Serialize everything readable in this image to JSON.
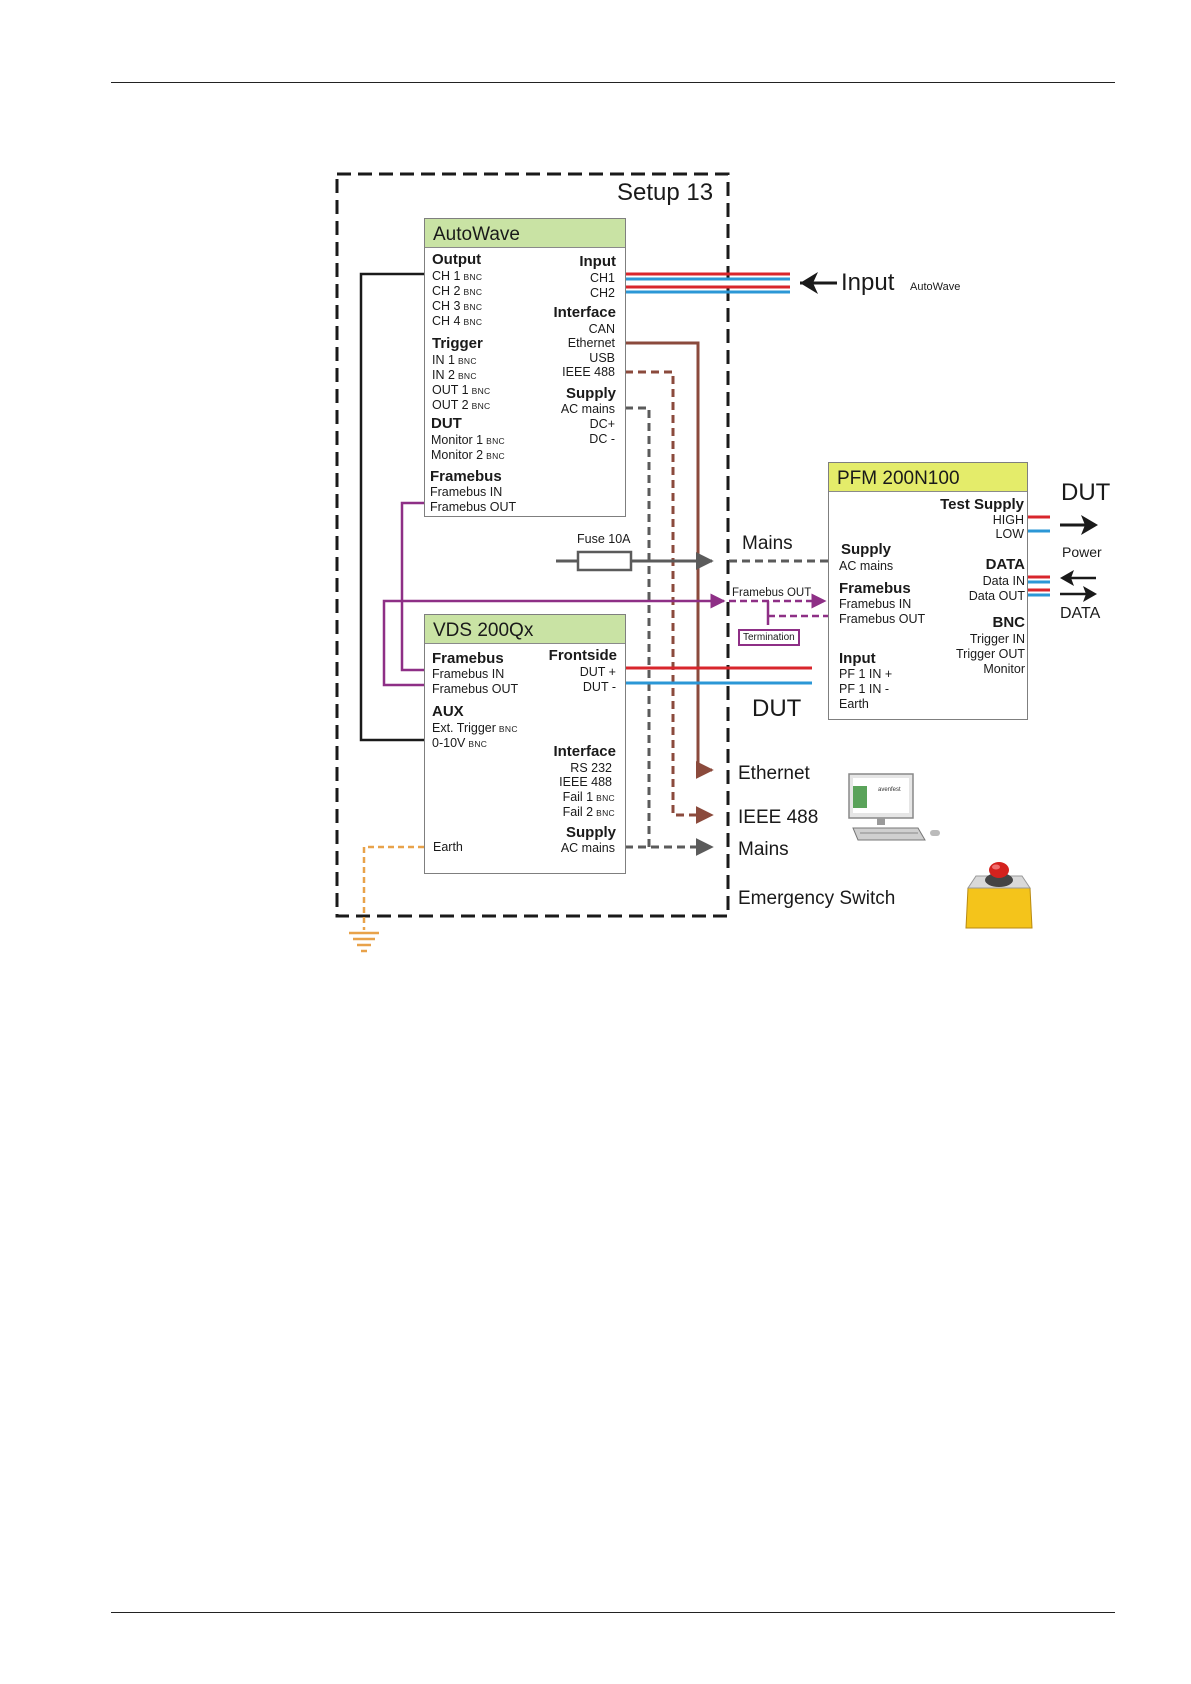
{
  "setup_title": "Setup 13",
  "autowave": {
    "title": "AutoWave",
    "output_heading": "Output",
    "outputs": [
      {
        "label": "CH 1",
        "suffix": "BNC"
      },
      {
        "label": "CH 2",
        "suffix": "BNC"
      },
      {
        "label": "CH 3",
        "suffix": "BNC"
      },
      {
        "label": "CH 4",
        "suffix": "BNC"
      }
    ],
    "trigger_heading": "Trigger",
    "triggers": [
      {
        "label": "IN 1",
        "suffix": "BNC"
      },
      {
        "label": "IN 2",
        "suffix": "BNC"
      },
      {
        "label": "OUT 1",
        "suffix": "BNC"
      },
      {
        "label": "OUT 2",
        "suffix": "BNC"
      }
    ],
    "dut_heading": "DUT",
    "dut_items": [
      {
        "label": "Monitor 1",
        "suffix": "BNC"
      },
      {
        "label": "Monitor 2",
        "suffix": "BNC"
      }
    ],
    "framebus_heading": "Framebus",
    "framebus_items": [
      "Framebus IN",
      "Framebus OUT"
    ],
    "input_heading": "Input",
    "inputs": [
      "CH1",
      "CH2"
    ],
    "interface_heading": "Interface",
    "interfaces": [
      "CAN",
      "Ethernet",
      "USB",
      "IEEE 488"
    ],
    "supply_heading": "Supply",
    "supplies": [
      "AC mains",
      "DC+",
      "DC -"
    ]
  },
  "vds": {
    "title": "VDS 200Qx",
    "framebus_heading": "Framebus",
    "framebus_items": [
      "Framebus IN",
      "Framebus OUT"
    ],
    "aux_heading": "AUX",
    "aux_items": [
      {
        "label": "Ext. Trigger",
        "suffix": "BNC"
      },
      {
        "label": "0-10V",
        "suffix": "BNC"
      }
    ],
    "earth": "Earth",
    "frontside_heading": "Frontside",
    "frontside_items": [
      "DUT +",
      "DUT  -"
    ],
    "interface_heading": "Interface",
    "interface_items": [
      {
        "label": "RS 232",
        "suffix": ""
      },
      {
        "label": "IEEE 488",
        "suffix": ""
      },
      {
        "label": "Fail 1",
        "suffix": "BNC"
      },
      {
        "label": "Fail 2",
        "suffix": "BNC"
      }
    ],
    "supply_heading": "Supply",
    "supply_items": [
      "AC mains"
    ]
  },
  "pfm": {
    "title": "PFM 200N100",
    "test_supply_heading": "Test Supply",
    "test_supply_items": [
      "HIGH",
      "LOW"
    ],
    "supply_heading": "Supply",
    "supply_items": [
      "AC mains"
    ],
    "data_heading": "DATA",
    "data_items": [
      "Data  IN",
      "Data OUT"
    ],
    "framebus_heading": "Framebus",
    "framebus_items": [
      "Framebus IN",
      "Framebus OUT"
    ],
    "bnc_heading": "BNC",
    "bnc_items": [
      "Trigger IN",
      "Trigger OUT",
      "Monitor"
    ],
    "input_heading": "Input",
    "input_items": [
      "PF 1 IN +",
      "PF 1 IN -",
      "Earth"
    ]
  },
  "external": {
    "input_label": "Input",
    "input_sub": "AutoWave",
    "fuse_label": "Fuse 10A",
    "mains_top": "Mains",
    "framebus_out": "Framebus OUT",
    "termination": "Termination",
    "dut_right": "DUT",
    "power": "Power",
    "data": "DATA",
    "dut_center": "DUT",
    "ethernet": "Ethernet",
    "ieee488": "IEEE 488",
    "mains_bottom": "Mains",
    "emergency": "Emergency Switch",
    "monitor_logo": "avenfest"
  },
  "colors": {
    "green_header": "#c9e3a4",
    "yellow_header": "#e4ec6a",
    "red": "#d8262c",
    "blue": "#2b97d6",
    "brown": "#8b4a3c",
    "purple": "#8e2f86",
    "gray_line": "#5b5b5b",
    "orange_earth": "#e8a24a"
  }
}
